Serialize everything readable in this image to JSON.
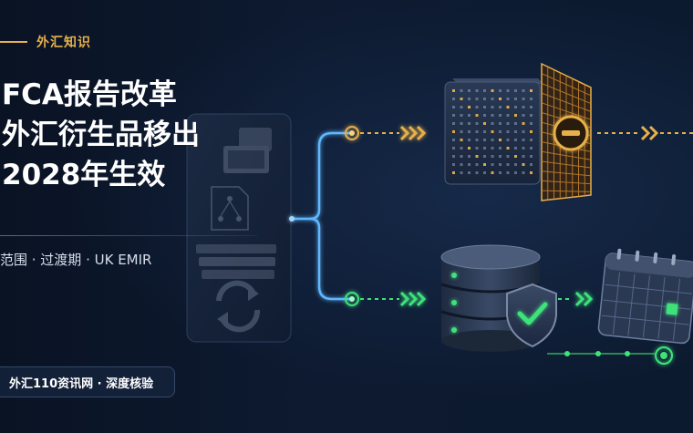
{
  "tag": {
    "label": "外汇知识"
  },
  "headline": {
    "line1": "FCA报告改革",
    "line2": "外汇衍生品移出",
    "line3": "2028年生效"
  },
  "keywords": "范围 · 过渡期 · UK EMIR",
  "footer": {
    "text": "外汇110资讯网 · 深度核验"
  },
  "colors": {
    "background": "#0b1628",
    "accent_gold": "#e7b04a",
    "accent_blue": "#5fb8ff",
    "accent_green": "#3ee37a"
  },
  "icons": [
    "pc-stack-icon",
    "document-tree-icon",
    "server-rack-icon",
    "sync-arrows-icon",
    "data-grid-icon",
    "filter-gate-icon",
    "minus-circle-icon",
    "database-icon",
    "shield-check-icon",
    "calendar-icon"
  ]
}
